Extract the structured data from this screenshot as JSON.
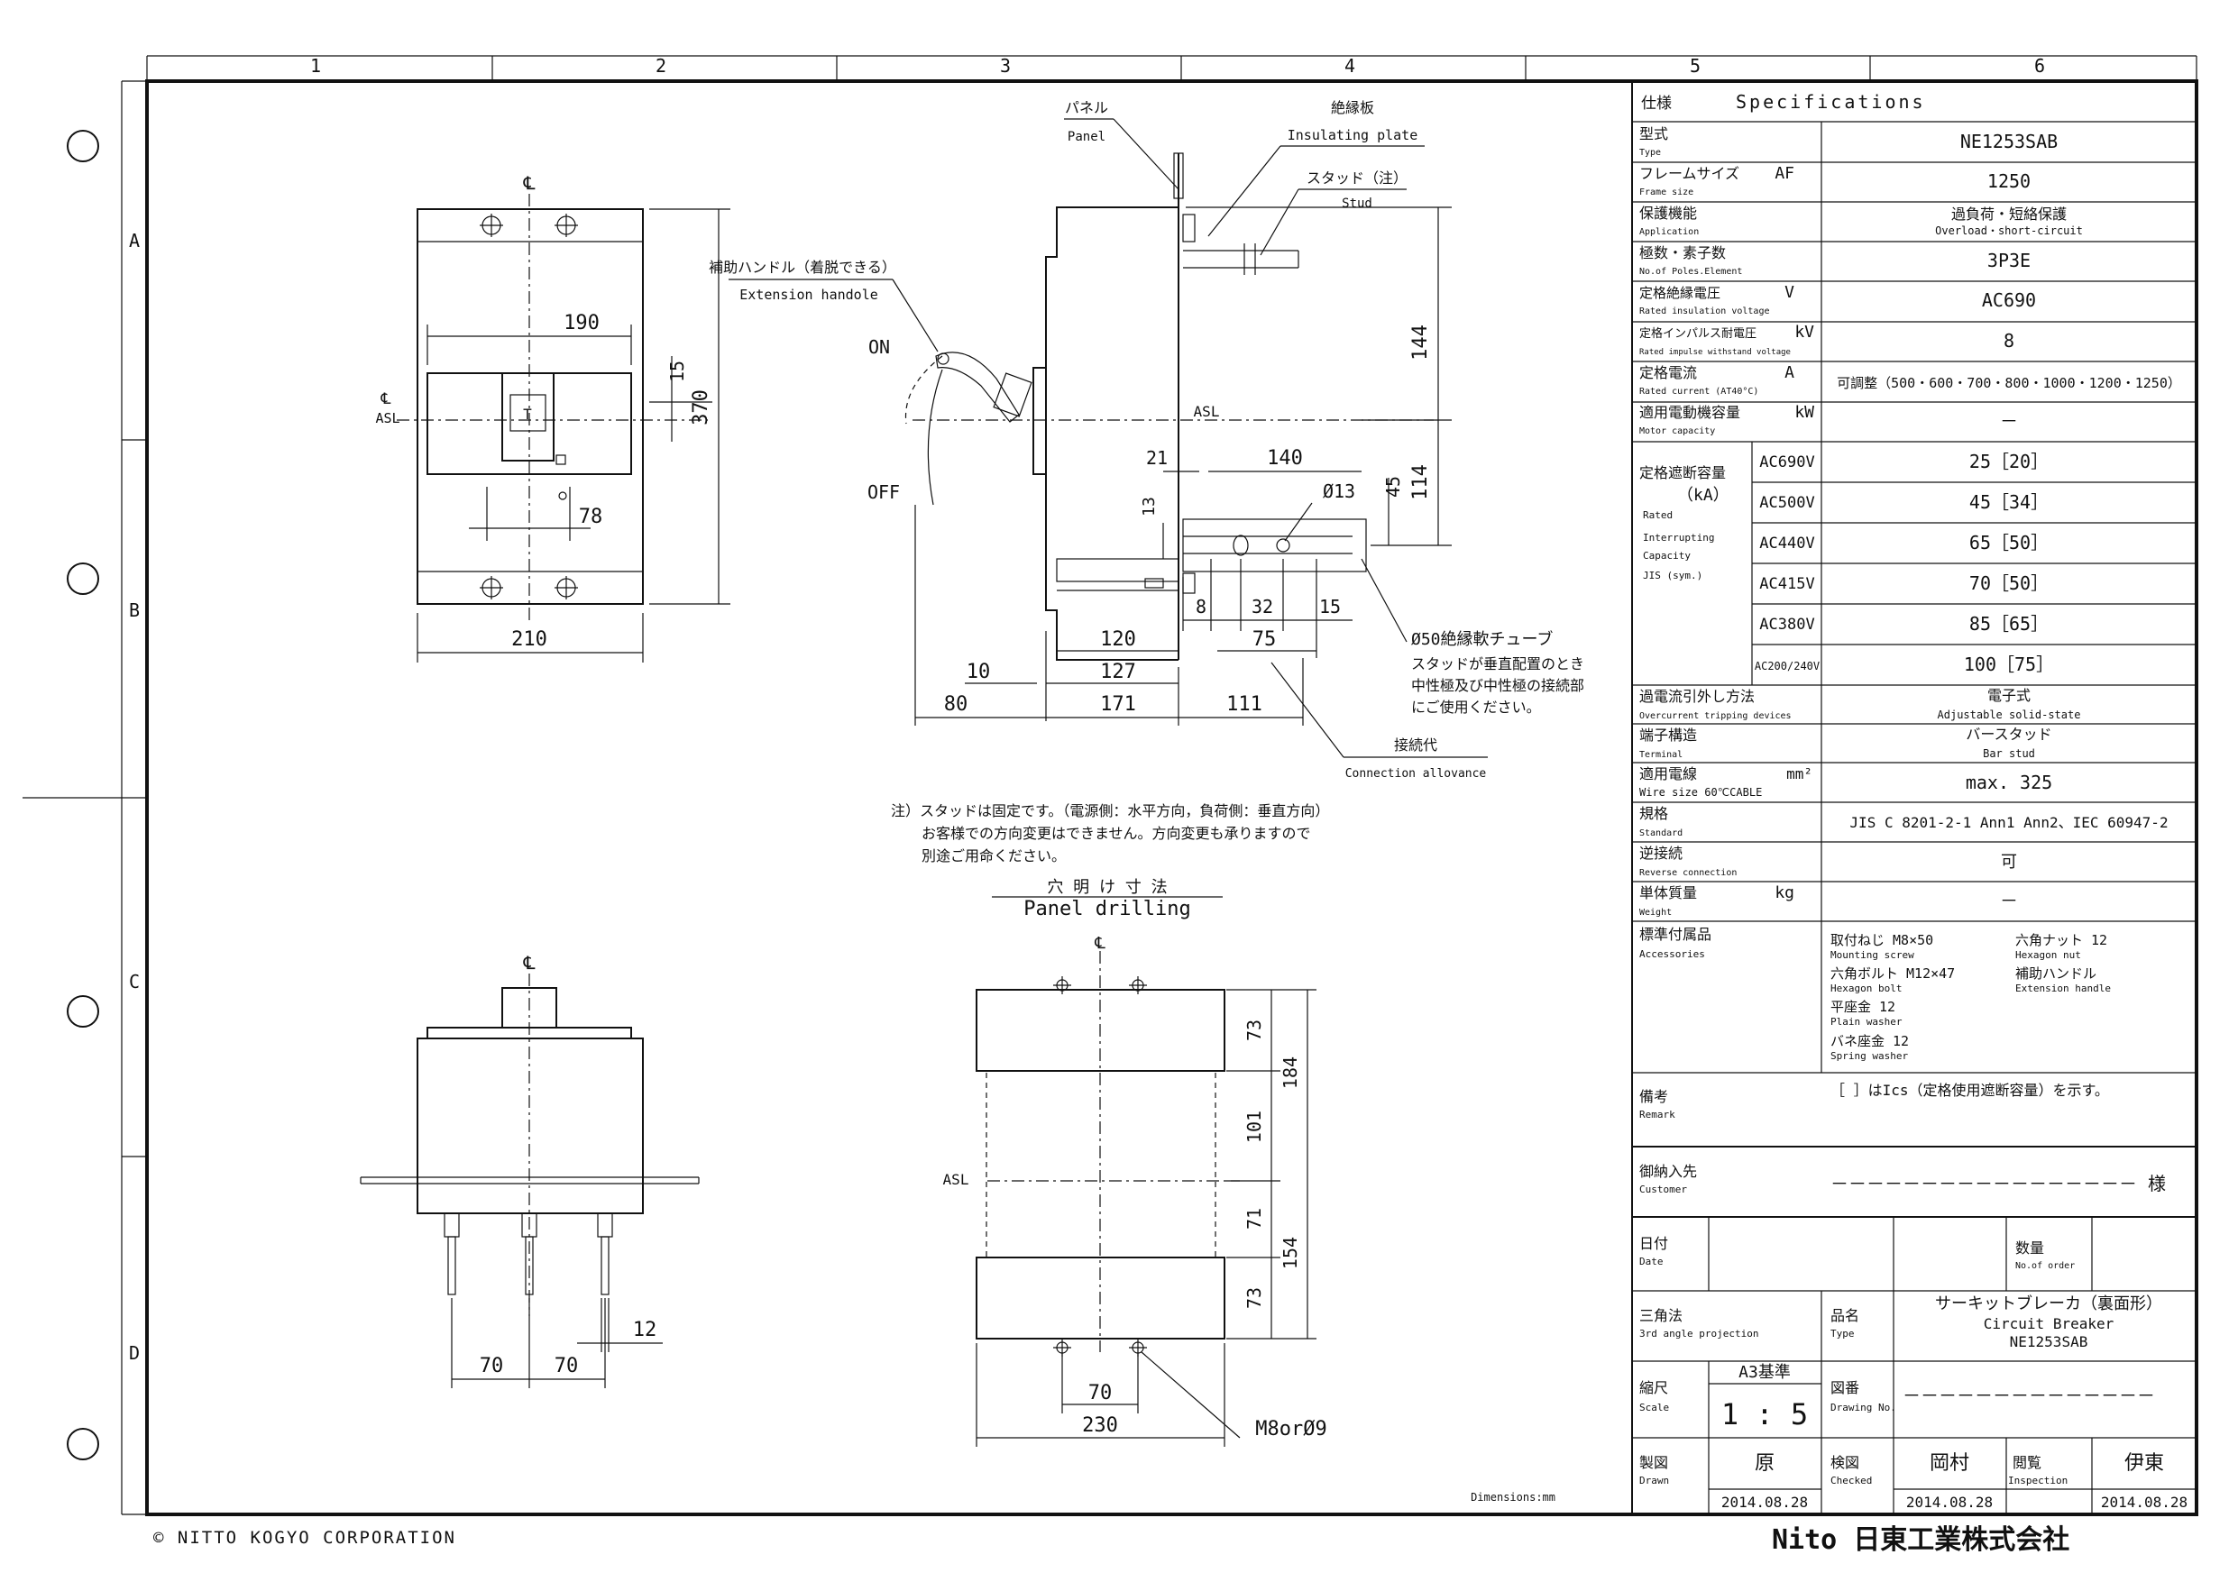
{
  "border": {
    "columns": [
      "1",
      "2",
      "3",
      "4",
      "5",
      "6"
    ],
    "rows": [
      "A",
      "B",
      "C",
      "D"
    ]
  },
  "copyright": "© NITTO KOGYO CORPORATION",
  "company_logo": "Nito 日東工業株式会社",
  "dimensions_note": "Dimensions:mm",
  "centerline_symbol": "℄",
  "front_view": {
    "asl": "ASL",
    "dims": {
      "w190": "190",
      "w210": "210",
      "w78": "78",
      "h15": "15",
      "h370": "370"
    },
    "trip_button": "T"
  },
  "side_view": {
    "panel_jp": "パネル",
    "panel_en": "Panel",
    "insulating_jp": "絶縁板",
    "insulating_en": "Insulating plate",
    "stud_jp": "スタッド（注）",
    "stud_en": "Stud",
    "handle_jp": "補助ハンドル（着脱できる）",
    "handle_en": "Extension handole",
    "on": "ON",
    "off": "OFF",
    "asl": "ASL",
    "tube_note": [
      "Ø50絶縁軟チューブ",
      "スタッドが垂直配置のとき",
      "中性極及び中性極の接続部",
      "にご使用ください。"
    ],
    "conn_jp": "接続代",
    "conn_en": "Connection allovance",
    "dims": {
      "d144": "144",
      "d114": "114",
      "d45": "45",
      "d21": "21",
      "d140": "140",
      "d13": "13",
      "phi13": "Ø13",
      "d8": "8",
      "d32": "32",
      "d15": "15",
      "d75": "75",
      "d120": "120",
      "d127": "127",
      "d10": "10",
      "d80": "80",
      "d171": "171",
      "d111": "111"
    }
  },
  "note": [
    "注）スタッドは固定です。（電源側：水平方向，負荷側：垂直方向）",
    "お客様での方向変更はできません。方向変更も承りますので",
    "別途ご用命ください。"
  ],
  "panel_drilling": {
    "title_jp": "穴 明 け 寸 法",
    "title_en": "Panel drilling",
    "asl": "ASL",
    "dims": {
      "d73a": "73",
      "d184": "184",
      "d101": "101",
      "d71": "71",
      "d154": "154",
      "d73b": "73",
      "d70": "70",
      "d230": "230"
    },
    "hole": "M8orØ9"
  },
  "bottom_view": {
    "dims": {
      "d70a": "70",
      "d70b": "70",
      "d12": "12"
    }
  },
  "spec": {
    "header_jp": "仕様",
    "header_en": "Specifications",
    "rows": [
      {
        "jp": "型式",
        "en": "Type",
        "unit": "",
        "value": "NE1253SAB",
        "sub": ""
      },
      {
        "jp": "フレームサイズ",
        "en": "Frame size",
        "unit": "AF",
        "value": "1250",
        "sub": ""
      },
      {
        "jp": "保護機能",
        "en": "Application",
        "unit": "",
        "value": "過負荷・短絡保護",
        "sub": "Overload・short-circuit"
      },
      {
        "jp": "極数・素子数",
        "en": "No.of Poles.Element",
        "unit": "",
        "value": "3P3E",
        "sub": ""
      },
      {
        "jp": "定格絶縁電圧",
        "en": "Rated insulation voltage",
        "unit": "V",
        "value": "AC690",
        "sub": ""
      },
      {
        "jp": "定格インパルス耐電圧",
        "en": "Rated impulse withstand voltage",
        "unit": "kV",
        "value": "8",
        "sub": ""
      },
      {
        "jp": "定格電流",
        "en": "Rated current (AT40°C)",
        "unit": "A",
        "value": "可調整（500・600・700・800・1000・1200・1250）",
        "sub": ""
      },
      {
        "jp": "適用電動機容量",
        "en": "Motor capacity",
        "unit": "kW",
        "value": "－",
        "sub": ""
      }
    ],
    "breaking": {
      "jp": "定格遮断容量",
      "unit": "（kA）",
      "en": [
        "Rated",
        "Interrupting",
        "Capacity",
        "JIS (sym.)"
      ],
      "rows": [
        {
          "v": "AC690V",
          "val": "25［20］"
        },
        {
          "v": "AC500V",
          "val": "45［34］"
        },
        {
          "v": "AC440V",
          "val": "65［50］"
        },
        {
          "v": "AC415V",
          "val": "70［50］"
        },
        {
          "v": "AC380V",
          "val": "85［65］"
        },
        {
          "v": "AC200/240V",
          "val": "100［75］"
        }
      ]
    },
    "rows2": [
      {
        "jp": "過電流引外し方法",
        "en": "Overcurrent tripping devices",
        "unit": "",
        "value": "電子式",
        "sub": "Adjustable solid-state"
      },
      {
        "jp": "端子構造",
        "en": "Terminal",
        "unit": "",
        "value": "バースタッド",
        "sub": "Bar stud"
      },
      {
        "jp": "適用電線",
        "en": "Wire size  60℃CABLE",
        "unit": "mm²",
        "value": "max. 325",
        "sub": ""
      },
      {
        "jp": "規格",
        "en": "Standard",
        "unit": "",
        "value": "JIS C 8201-2-1 Ann1 Ann2、IEC 60947-2",
        "sub": ""
      },
      {
        "jp": "逆接続",
        "en": "Reverse connection",
        "unit": "",
        "value": "可",
        "sub": ""
      },
      {
        "jp": "単体質量",
        "en": "Weight",
        "unit": "kg",
        "value": "－",
        "sub": ""
      }
    ],
    "accessories": {
      "jp": "標準付属品",
      "en": "Accessories",
      "items": [
        {
          "jp": "取付ねじ  M8×50",
          "en": "Mounting screw"
        },
        {
          "jp": "六角ナット  12",
          "en": "Hexagon nut"
        },
        {
          "jp": "六角ボルト  M12×47",
          "en": "Hexagon bolt"
        },
        {
          "jp": "補助ハンドル",
          "en": "Extension handle"
        },
        {
          "jp": "平座金  12",
          "en": "Plain washer"
        },
        {
          "jp": "バネ座金  12",
          "en": "Spring washer"
        }
      ]
    },
    "remark": {
      "jp": "備考",
      "en": "Remark",
      "value": "［ ］はIcs（定格使用遮断容量）を示す。"
    },
    "customer": {
      "jp": "御納入先",
      "en": "Customer",
      "value": "－－－－－－－－－－－－－－－－－ 様"
    },
    "date": {
      "jp": "日付",
      "en": "Date",
      "qty_jp": "数量",
      "qty_en": "No.of order"
    }
  },
  "title_block": {
    "projection_jp": "三角法",
    "projection_en": "3rd angle projection",
    "type_jp": "品名",
    "type_en": "Type",
    "product_jp": "サーキットブレーカ（裏面形）",
    "product_en": "Circuit Breaker",
    "product_model": "NE1253SAB",
    "scale_jp": "縮尺",
    "scale_en": "Scale",
    "scale_std": "A3基準",
    "scale": "1 : 5",
    "drawing_jp": "図番",
    "drawing_en": "Drawing No.",
    "drawing_no": "－－－－－－－－－－－－－－",
    "drawn_jp": "製図",
    "drawn_en": "Drawn",
    "drawn_name": "原",
    "drawn_date": "2014.08.28",
    "checked_jp": "検図",
    "checked_en": "Checked",
    "checked_name": "岡村",
    "checked_date": "2014.08.28",
    "insp_jp": "閲覧",
    "insp_en": "Inspection",
    "insp_name": "伊東",
    "insp_date": "2014.08.28"
  }
}
